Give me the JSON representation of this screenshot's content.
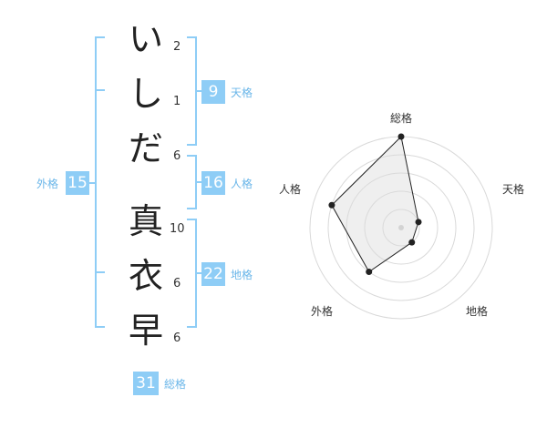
{
  "name_chars": [
    {
      "char": "い",
      "strokes": "2"
    },
    {
      "char": "し",
      "strokes": "1"
    },
    {
      "char": "だ",
      "strokes": "6"
    },
    {
      "char": "真",
      "strokes": "10"
    },
    {
      "char": "衣",
      "strokes": "6"
    },
    {
      "char": "早",
      "strokes": "6"
    }
  ],
  "kaku": {
    "tenkaku": {
      "value": "9",
      "label": "天格"
    },
    "jinkaku": {
      "value": "16",
      "label": "人格"
    },
    "chikaku": {
      "value": "22",
      "label": "地格"
    },
    "gaikaku": {
      "value": "15",
      "label": "外格"
    },
    "soukaku": {
      "value": "31",
      "label": "総格"
    }
  },
  "colors": {
    "accent": "#8ecdf6",
    "label": "#6ab6e9",
    "bracket": "#8ecdf6"
  },
  "chart_data": {
    "type": "radar",
    "axes": [
      "総格",
      "天格",
      "地格",
      "外格",
      "人格"
    ],
    "rings": 5,
    "values": [
      5,
      1,
      1,
      3,
      4
    ],
    "max": 5
  }
}
